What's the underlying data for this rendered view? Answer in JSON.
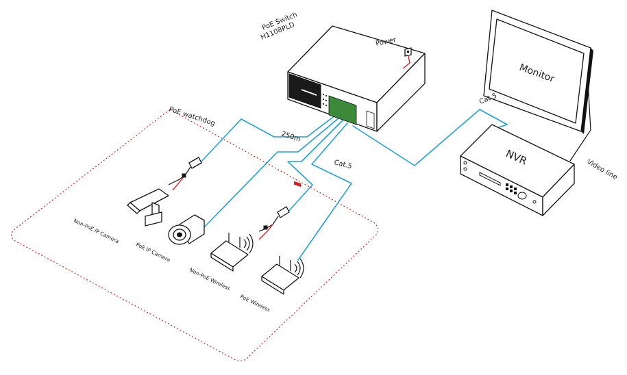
{
  "labels": {
    "switch_line1": "PoE  Switch",
    "switch_line2": "H1108PLD",
    "power": "Power",
    "monitor": "Monitor",
    "nvr": "NVR",
    "cat5_top": "Cat.5",
    "cat5_mid": "Cat.5",
    "distance": "250m",
    "watchdog": "PoE watchdog",
    "video_line": "Video line",
    "non_poe_ip_camera": "Non-PoE IP Camera",
    "poe_ip_camera": "PoE IP Camera",
    "non_poe_wireless": "Non-PoE Wireless",
    "poe_wireless": "PoE Wireless"
  },
  "colors": {
    "cable": "#1ea0d8",
    "power_cable": "#e02020",
    "watchdog_border": "#d82020",
    "outline": "#111111"
  },
  "icons": {
    "switch": "poe-switch-icon",
    "monitor": "monitor-icon",
    "nvr": "nvr-icon",
    "power_outlet": "power-outlet-icon",
    "non_poe_camera": "bullet-camera-icon",
    "poe_camera": "dome-camera-icon",
    "non_poe_wireless": "wireless-router-icon",
    "poe_wireless": "wireless-router-icon",
    "splitter": "poe-splitter-icon"
  }
}
